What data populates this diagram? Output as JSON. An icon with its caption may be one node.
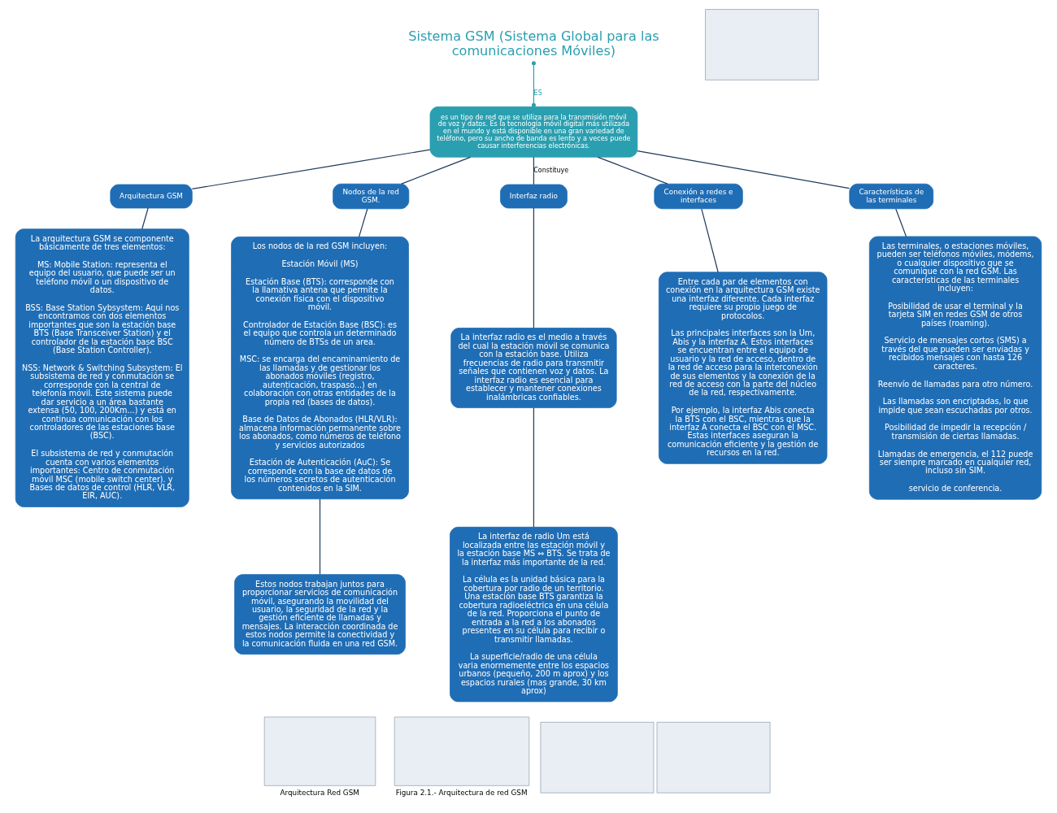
{
  "diagram": {
    "nodes": [
      {
        "text": [
          "Sistema GSM (Sistema Global para las comunicaciones Móviles)"
        ]
      },
      {
        "text": [],
        "shape": "box"
      },
      {
        "text": [
          "es un tipo de red que se utiliza para la transmisión móvil de voz y datos. Es la tecnología móvil digital más utilizada en el mundo y está disponible en una gran variedad de teléfono, pero su ancho de banda es lento y a veces puede causar interferencias electrónicas."
        ]
      },
      {
        "text": [
          "Arquitectura GSM"
        ]
      },
      {
        "text": [
          "Nodos de la red GSM."
        ]
      },
      {
        "text": [
          "Interfaz radio"
        ]
      },
      {
        "text": [
          "Conexión a redes e interfaces"
        ]
      },
      {
        "text": [
          "Características de las terminales"
        ]
      },
      {
        "text": [
          "La arquitectura GSM se componente básicamente de tres elementos:",
          "MS: Mobile Station: representa el equipo del usuario, que puede ser un teléfono móvil o un dispositivo de datos.",
          "BSS: Base Station Sybsystem: Aqui nos encontramos con dos elementos importantes que son la estación base BTS (Base Transceiver Station) y el controlador de la estación base BSC (Base Station Controller).",
          "NSS: Network & Switching Subsystem: El subsistema de red y conmutación se corresponde con la central de telefonía móvil. Este sistema puede dar servicio a un área bastante extensa (50, 100, 200Km...) y está en continua comunicación con los controladores de las estaciones base (BSC).",
          "El subsistema de red y conmutación cuenta con varios elementos importantes: Centro de conmutación móvil MSC (mobile switch center). y Bases de datos de control (HLR, VLR, EIR, AUC)."
        ]
      },
      {
        "text": [
          "Los nodos de la red GSM incluyen:",
          "Estación Móvil (MS)",
          "Estación Base (BTS): corresponde con la llamativa antena que permite la conexión física con el dispositivo móvil.",
          "Controlador de Estación Base (BSC): es el equipo que controla un determinado número de BTSs de un area.",
          "MSC: se encarga del encaminamiento de las llamadas y de gestionar los abonados móviles (registro, autenticación, traspaso...) en colaboración con otras entidades de la propia red (bases de datos).",
          "Base de Datos de Abonados (HLR/VLR): almacena información permanente sobre los abonados, como números de teléfono y servicios autorizados",
          "Estación de Autenticación (AuC): Se corresponde con la base de datos de los números secretos de autenticación contenidos en la SIM."
        ]
      },
      {
        "text": [
          "La interfaz radio es el medio a través del cual la estación móvil se comunica con la estación base. Utiliza frecuencias de radio para transmitir señales que contienen voz y datos. La interfaz radio es esencial para establecer y mantener conexiones inalámbricas confiables."
        ]
      },
      {
        "text": [
          "Entre cada par de elementos con conexión en la arquitectura GSM existe una interfaz diferente. Cada interfaz requiere su propio juego de protocolos.",
          "Las principales interfaces son la Um, Abis y la interfaz A. Estos interfaces se encuentran entre el equipo de usuario y la red de acceso, dentro de la red de acceso para la interconexión de sus elementos y la conexión de la red de acceso con la parte del núcleo de la red, respectivamente.",
          "Por ejemplo, la interfaz Abis conecta la BTS con el BSC, mientras que la interfaz A conecta el BSC con el MSC. Estas interfaces aseguran la comunicación eficiente y la gestión de recursos en la red."
        ]
      },
      {
        "text": [
          "Las terminales, o estaciones móviles, pueden ser teléfonos móviles, módems, o cualquier dispositivo que se comunique con la red GSM. Las características de las terminales incluyen:",
          "Posibilidad de usar el terminal y la tarjeta SIM en redes GSM de otros países (roaming).",
          "Servicio de mensajes cortos (SMS) a través del que pueden ser enviadas y recibidos mensajes con hasta 126 caracteres.",
          "Reenvío de llamadas para otro número.",
          "Las llamadas son encriptadas, lo que impide que sean escuchadas por otros.",
          "Posibilidad de impedir la recepción / transmisión de ciertas llamadas.",
          "Llamadas de emergencia, el 112 puede ser siempre marcado en cualquier red, incluso sin SIM.",
          "servicio de conferencia."
        ]
      },
      {
        "text": [
          "La interfaz de radio Um está localizada entre las estación móvil y la estación base MS ⇔ BTS. Se trata de la interfaz más importante de la red.",
          "La célula es la unidad básica para la cobertura por radio de un territorio. Una estación base BTS garantiza la cobertura radioeléctrica en una célula de la red. Proporciona el punto de entrada a la red a los abonados presentes en su célula para recibir o transmitir llamadas.",
          "La superficie/radio de una célula varia enormemente entre los espacios urbanos (pequeño, 200 m aprox) y los espacios rurales (mas grande, 30 km aprox)"
        ]
      },
      {
        "text": [
          "Estos nodos trabajan juntos para proporcionar servicios de comunicación móvil, asegurando la movilidad del usuario, la seguridad de la red y la gestión eficiente de llamadas y mensajes. La interacción coordinada de estos nodos permite la conectividad y la comunicación fluida en una red GSM."
        ]
      },
      {
        "text": [],
        "shape": "box",
        "beside": [
          "Arquitectura Red GSM"
        ]
      },
      {
        "text": [],
        "shape": "box",
        "beside": [
          "Figura 2.1.- Arquitectura de red GSM"
        ]
      },
      {
        "text": [],
        "shape": "box"
      },
      {
        "text": [],
        "shape": "box"
      }
    ],
    "edges": [
      {
        "from": 0,
        "to": 2,
        "arrow": "other",
        "label": "ES",
        "color": "#2a9fb0"
      },
      {
        "from": 2,
        "to": 3,
        "arrow": "none"
      },
      {
        "from": 2,
        "to": 4,
        "arrow": "none"
      },
      {
        "from": 2,
        "to": 5,
        "arrow": "none",
        "label": "Constituye"
      },
      {
        "from": 2,
        "to": 6,
        "arrow": "none"
      },
      {
        "from": 2,
        "to": 7,
        "arrow": "none"
      },
      {
        "from": 3,
        "to": 8,
        "arrow": "none"
      },
      {
        "from": 4,
        "to": 9,
        "arrow": "none"
      },
      {
        "from": 9,
        "to": 14,
        "arrow": "none"
      },
      {
        "from": 5,
        "to": 10,
        "arrow": "none"
      },
      {
        "from": 10,
        "to": 13,
        "arrow": "none"
      },
      {
        "from": 6,
        "to": 11,
        "arrow": "none"
      },
      {
        "from": 7,
        "to": 12,
        "arrow": "none"
      }
    ]
  }
}
